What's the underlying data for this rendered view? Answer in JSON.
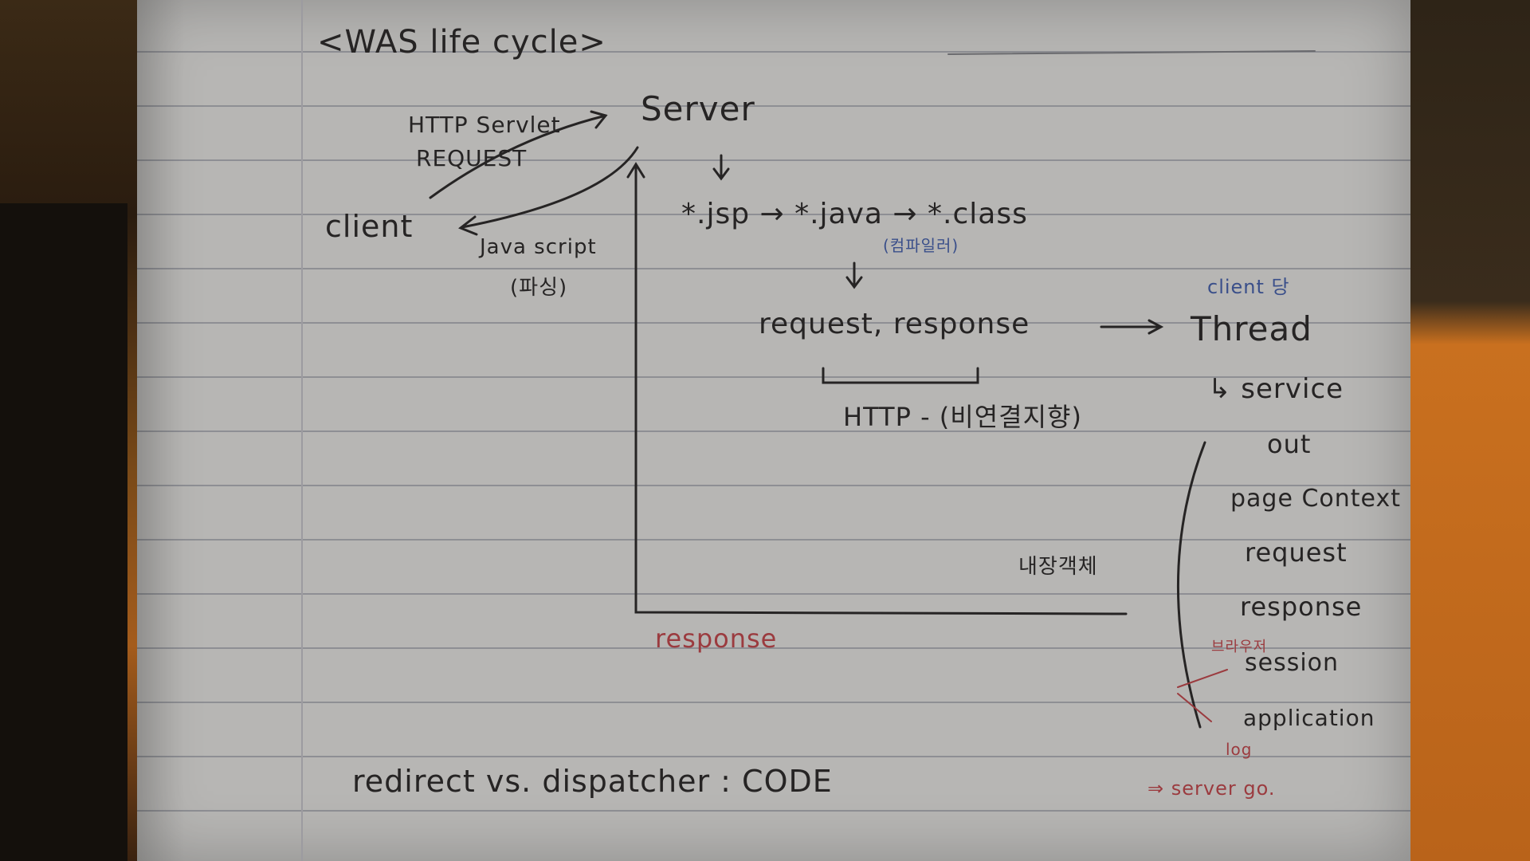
{
  "note": {
    "title": "<WAS life cycle>",
    "server": "Server",
    "client": "client",
    "http_request": [
      "HTTP Servlet",
      "REQUEST"
    ],
    "javascript": "Java script",
    "javascript_ko": "(파싱)",
    "compile_chain": "*.jsp → *.java → *.class",
    "compiler_ko": "(컴파일러)",
    "request_response": "request, response",
    "http_stateless": "HTTP - (비연결지향)",
    "client_per": "client 당",
    "thread": "Thread",
    "service": "↳ service",
    "builtin_objects_label": "내장객체",
    "builtin_objects": [
      "out",
      "page Context",
      "request",
      "response",
      "session",
      "application"
    ],
    "browser_ko": "브라우저",
    "log": "log",
    "server_go": "⇒ server go.",
    "response_red": "response",
    "footer": "redirect vs. dispatcher : CODE"
  },
  "colors": {
    "ink": "#262424",
    "red_ink": "#9b3b3f",
    "blue_ink": "#3a4f8a",
    "paper": "#b7b6b4",
    "rule_lines": "#8e8f94"
  }
}
